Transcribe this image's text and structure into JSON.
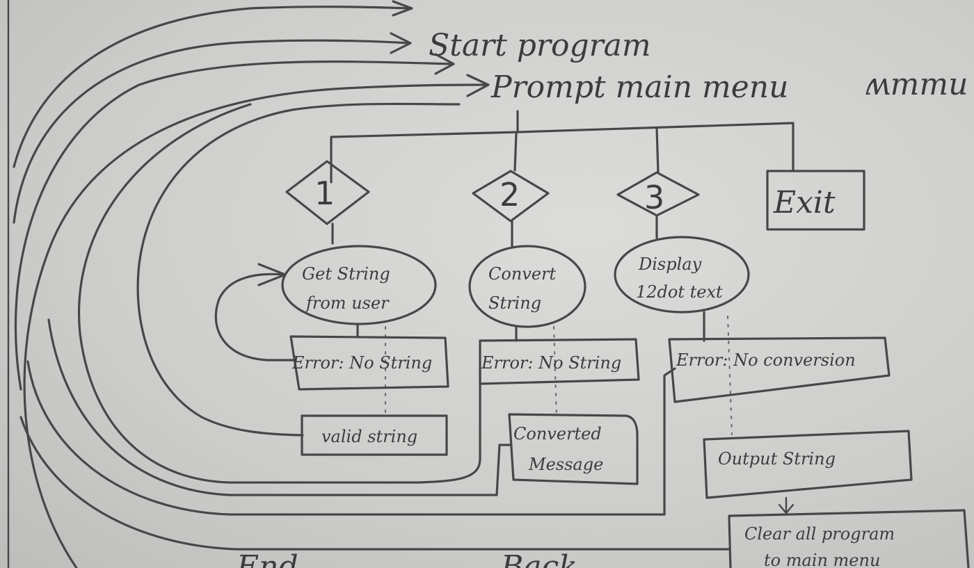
{
  "title": "Start program",
  "menu": "Prompt main menu",
  "squiggle": "ʍmmu",
  "options": [
    {
      "label": "1"
    },
    {
      "label": "2"
    },
    {
      "label": "3"
    }
  ],
  "exit": "Exit",
  "processes": {
    "get_string": [
      "Get String",
      "from user"
    ],
    "convert": [
      "Convert",
      "String"
    ],
    "display": [
      "Display",
      "12dot text"
    ]
  },
  "errors": {
    "no_string": "Error: No String",
    "no_string2": "Error: No String",
    "no_conversion": "Error: No conversion"
  },
  "results": {
    "valid": "valid string",
    "converted": [
      "Converted",
      "Message"
    ],
    "output": "Output String",
    "clear": [
      "Clear all program",
      "to main menu"
    ]
  },
  "bottom_fragments": [
    "End",
    "Back"
  ]
}
